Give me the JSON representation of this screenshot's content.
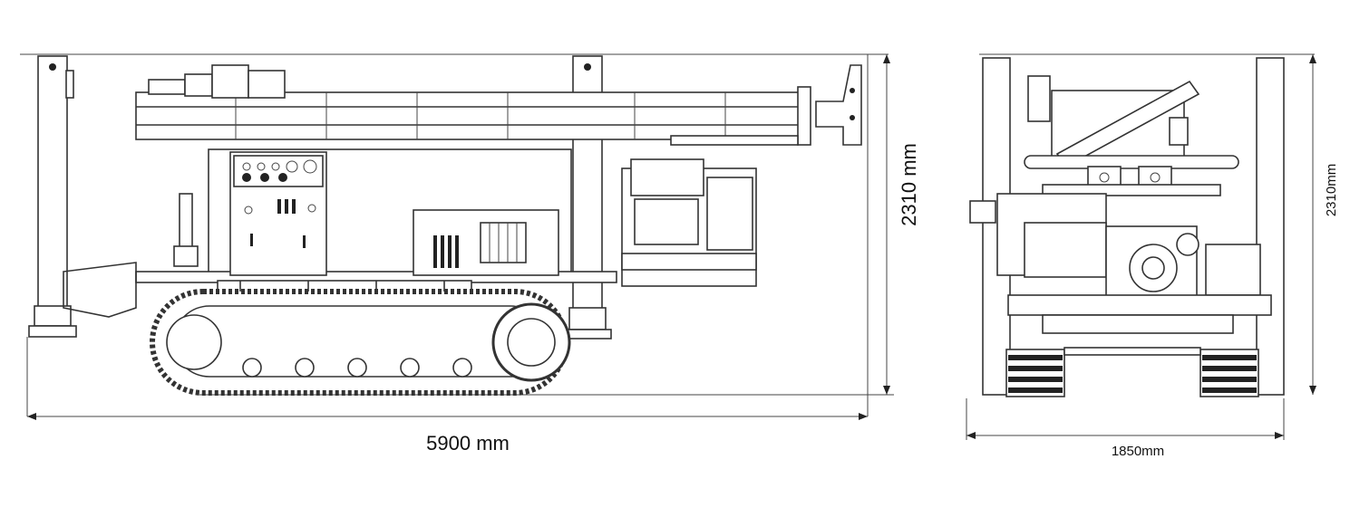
{
  "dimensions": {
    "side_length": "5900 mm",
    "side_height": "2310 mm",
    "front_width": "1850mm",
    "front_height": "2310mm"
  },
  "views": {
    "side": "side-view",
    "front": "front-view"
  }
}
